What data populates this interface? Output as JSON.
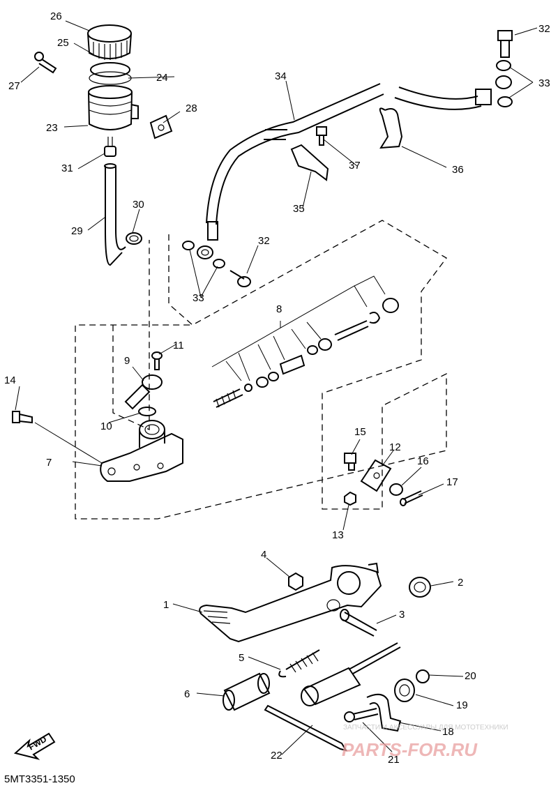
{
  "diagram": {
    "part_numbers": [
      "1",
      "2",
      "3",
      "4",
      "5",
      "6",
      "7",
      "8",
      "9",
      "10",
      "11",
      "12",
      "13",
      "14",
      "15",
      "16",
      "17",
      "18",
      "19",
      "20",
      "21",
      "22",
      "23",
      "24",
      "25",
      "26",
      "27",
      "28",
      "29",
      "30",
      "31",
      "32",
      "33",
      "34",
      "35",
      "36",
      "37"
    ],
    "direction_badge": "FWD",
    "diagram_code": "5MT3351-1350"
  },
  "watermark": {
    "brand": "PARTS-FOR.RU",
    "tagline": "ЗАПЧАСТИ И АКСЕССУАРЫ ДЛЯ МОТОТЕХНИКИ"
  }
}
